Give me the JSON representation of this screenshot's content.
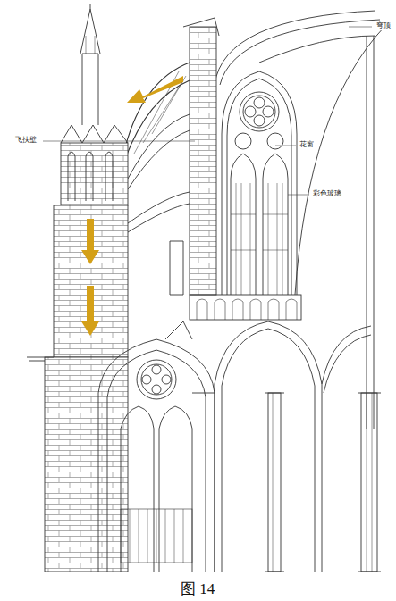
{
  "diagram": {
    "caption": "图 14",
    "labels": [
      "穹顶",
      "飞扶壁",
      "花窗",
      "彩色玻璃"
    ]
  }
}
